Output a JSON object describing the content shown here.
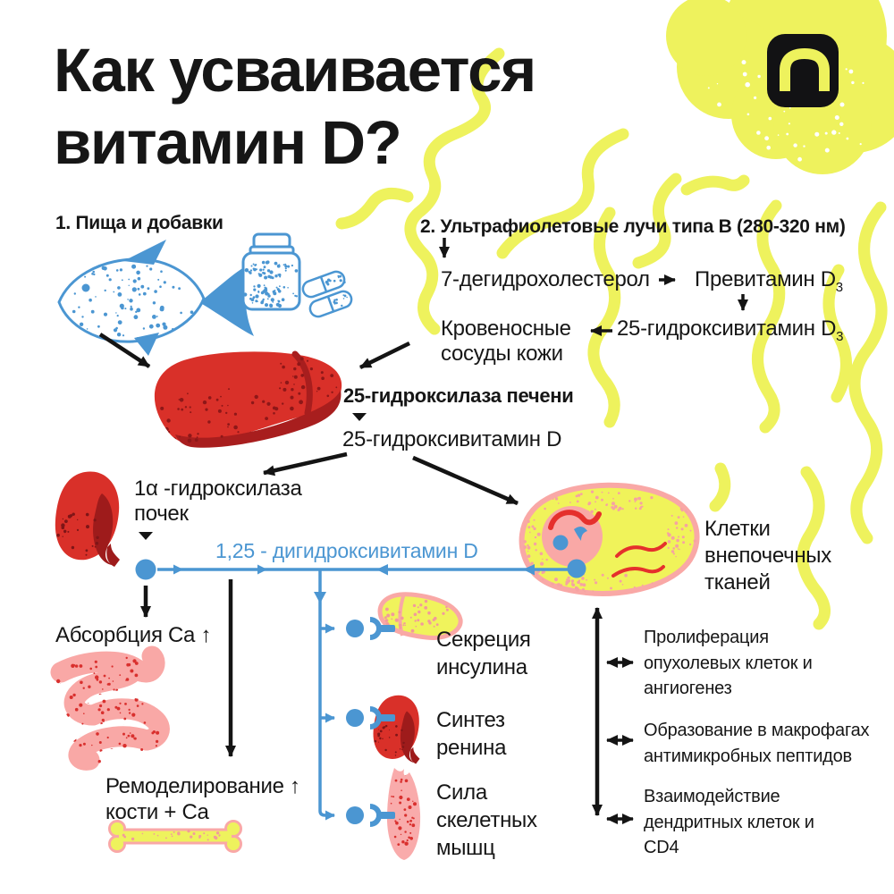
{
  "header": {
    "title": "Как усваивается\nвитамин D?"
  },
  "brand": {
    "logo_icon": "n-arch-logo",
    "sun_icon": "sun-blob",
    "accent_yellow": "#EEF25D",
    "accent_blue": "#4B96D2",
    "accent_red": "#D93029",
    "accent_pink": "#F9A8A6"
  },
  "sources": {
    "food_heading": "1. Пища и добавки",
    "uv_heading": "2. Ультрафиолетовые лучи типа B (280-320 нм)"
  },
  "skin_pathway": {
    "precursor": "7-дегидрохолестерол",
    "previtamin": "Превитамин D",
    "previtamin_sub": "3",
    "hydroxyvitamin3": "25-гидроксивитамин D",
    "hydroxyvitamin3_sub": "3",
    "vessels": "Кровеносные\nсосуды кожи"
  },
  "liver": {
    "enzyme": "25-гидроксилаза печени",
    "product": "25-гидроксивитамин D"
  },
  "kidney": {
    "enzyme": "1α -гидроксилаза\nпочек"
  },
  "hormone": {
    "label": "1,25 - дигидроксивитамин D"
  },
  "calcium_effects": {
    "absorption": "Абсорбция Ca ↑",
    "bone": "Ремоделирование ↑\nкости + Ca"
  },
  "cell": {
    "label": "Клетки\nвнепочечных\nтканей"
  },
  "organ_effects": [
    {
      "label": "Секреция\nинсулина",
      "icon": "pancreas-icon"
    },
    {
      "label": "Синтез\nренина",
      "icon": "kidney-icon"
    },
    {
      "label": "Сила\nскелетных\nмышц",
      "icon": "muscle-icon"
    }
  ],
  "cell_effects": [
    {
      "label": "Пролиферация\nопухолевых клеток и\nангиогенез"
    },
    {
      "label": "Образование в макрофагах\nантимикробных пептидов"
    },
    {
      "label": "Взаимодействие\nдендритных клеток и\nCD4"
    }
  ]
}
